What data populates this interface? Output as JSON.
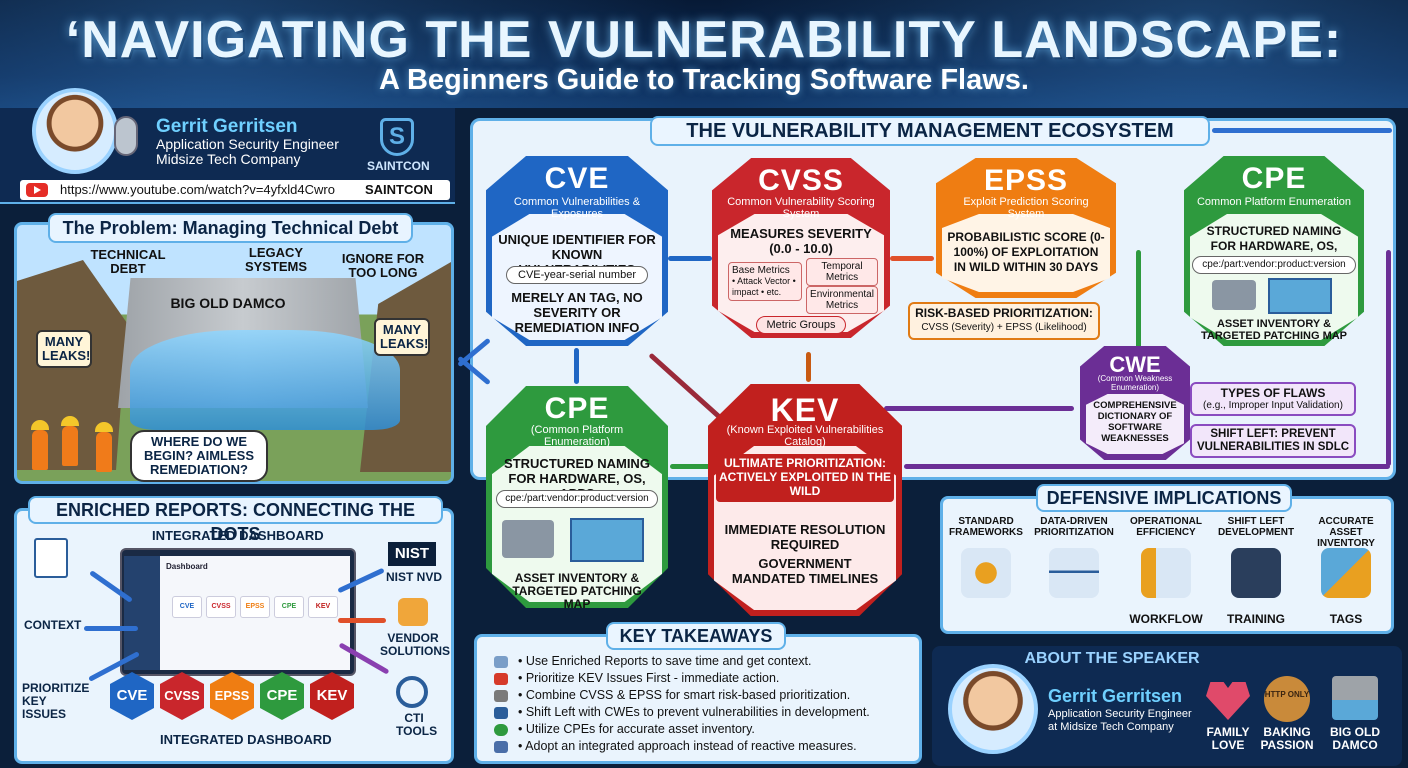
{
  "header": {
    "title": "‘NAVIGATING THE VULNERABILITY LANDSCAPE:",
    "subtitle": "A Beginners Guide to Tracking Software Flaws."
  },
  "speaker": {
    "name": "Gerrit Gerritsen",
    "role": "Application Security Engineer",
    "company": "Midsize Tech Company",
    "logo_letter": "S",
    "logo_text": "SAINTCON",
    "url": "https://www.youtube.com/watch?v=4yfxld4Cwro",
    "url_tag": "SAINTCON"
  },
  "problem": {
    "title": "The Problem: Managing Technical Debt",
    "labels": {
      "tech_debt": "TECHNICAL DEBT",
      "legacy": "LEGACY SYSTEMS",
      "ignore": "IGNORE FOR TOO LONG",
      "dam": "BIG OLD DAMCO",
      "leaks_left": "MANY LEAKS!",
      "leaks_right": "MANY LEAKS!",
      "begin": "WHERE DO WE BEGIN? AIMLESS REMEDIATION?"
    }
  },
  "enriched": {
    "title": "ENRICHED REPORTS: CONNECTING THE DOTS",
    "top_label": "INTEGRATED DASHBOARD",
    "bottom_label": "INTEGRATED DASHBOARD",
    "dash_title": "Dashboard",
    "context": "CONTEXT",
    "prioritize": "PRIORITIZE KEY ISSUES",
    "nist": "NIST",
    "nist_nvd": "NIST NVD",
    "vendor": "VENDOR SOLUTIONS",
    "cti": "CTI TOOLS",
    "mini": [
      "CVE",
      "CVSS",
      "EPSS",
      "CPE",
      "KEV"
    ],
    "hexes": [
      "CVE",
      "CVSS",
      "EPSS",
      "CPE",
      "KEV"
    ]
  },
  "ecosystem": {
    "title": "THE VULNERABILITY MANAGEMENT ECOSYSTEM",
    "cve": {
      "name": "CVE",
      "full": "Common Vulnerabilities & Exposures",
      "body": "UNIQUE IDENTIFIER FOR KNOWN VULNERABILITIES",
      "pill": "CVE-year-serial number",
      "body2": "MERELY AN TAG, NO SEVERITY OR REMEDIATION INFO"
    },
    "cvss": {
      "name": "CVSS",
      "full": "Common Vulnerability Scoring System",
      "body": "MEASURES SEVERITY (0.0 - 10.0)",
      "base": "Base Metrics",
      "base_items": "• Attack Vector • impact • etc.",
      "temporal": "Temporal Metrics",
      "env": "Environmental Metrics",
      "groups": "Metric Groups"
    },
    "epss": {
      "name": "EPSS",
      "full": "Exploit Prediction Scoring System",
      "body": "PROBABILISTIC SCORE (0-100%) OF EXPLOITATION IN WILD WITHIN 30 DAYS"
    },
    "risk": {
      "line1": "RISK-BASED PRIORITIZATION:",
      "line2": "CVSS (Severity) + EPSS (Likelihood)"
    },
    "cpe_top": {
      "name": "CPE",
      "full": "Common Platform Enumeration",
      "body": "STRUCTURED NAMING FOR HARDWARE, OS, APPS",
      "pill": "cpe:/part:vendor:product:version",
      "foot": "ASSET INVENTORY & TARGETED PATCHING MAP"
    },
    "cpe": {
      "name": "CPE",
      "full": "(Common Platform Enumeration)",
      "body": "STRUCTURED NAMING FOR HARDWARE, OS, APPS",
      "pill": "cpe:/part:vendor:product:version",
      "foot": "ASSET INVENTORY & TARGETED PATCHING MAP"
    },
    "kev": {
      "name": "KEV",
      "full": "(Known Exploited Vulnerabilities Catalog)",
      "body": "ULTIMATE PRIORITIZATION: ACTIVELY EXPLOITED IN THE WILD",
      "body2": "IMMEDIATE RESOLUTION REQUIRED",
      "body3": "GOVERNMENT MANDATED TIMELINES"
    },
    "cwe": {
      "name": "CWE",
      "full": "(Common Weakness Enumeration)",
      "body": "COMPREHENSIVE DICTIONARY OF SOFTWARE WEAKNESSES",
      "types": "TYPES OF FLAWS",
      "types2": "(e.g., Improper Input Validation)",
      "shift": "SHIFT LEFT: PREVENT VULNERABILITIES IN SDLC"
    }
  },
  "defensive": {
    "title": "DEFENSIVE IMPLICATIONS",
    "cols": [
      {
        "label": "STANDARD FRAMEWORKS",
        "foot": ""
      },
      {
        "label": "DATA-DRIVEN PRIORITIZATION",
        "foot": ""
      },
      {
        "label": "OPERATIONAL EFFICIENCY",
        "foot": "WORKFLOW"
      },
      {
        "label": "SHIFT LEFT DEVELOPMENT",
        "foot": "TRAINING"
      },
      {
        "label": "ACCURATE ASSET INVENTORY",
        "foot": "TAGS"
      }
    ]
  },
  "takeaways": {
    "title": "KEY TAKEAWAYS",
    "items": [
      "• Use Enriched Reports to save time and get context.",
      "• Prioritize KEV Issues First - immediate action.",
      "• Combine CVSS & EPSS for smart risk-based prioritization.",
      "• Shift Left with CWEs to prevent vulnerabilities in development.",
      "• Utilize CPEs for accurate asset inventory.",
      "• Adopt an integrated approach instead of reactive measures."
    ]
  },
  "about": {
    "title": "ABOUT THE SPEAKER",
    "name": "Gerrit Gerritsen",
    "role1": "Application Security Engineer",
    "role2": "at Midsize Tech Company",
    "items": [
      "FAMILY LOVE",
      "BAKING PASSION",
      "BIG OLD DAMCO"
    ],
    "cookie": "HTTP ONLY"
  },
  "colors": {
    "cve": "#1f66c4",
    "cvss": "#c9262c",
    "epss": "#ef7d12",
    "cpe": "#2e9a3e",
    "kev": "#c1201e",
    "cwe": "#6b2e95",
    "frame": "#5fb0e8",
    "navy": "#0b1f3a"
  }
}
